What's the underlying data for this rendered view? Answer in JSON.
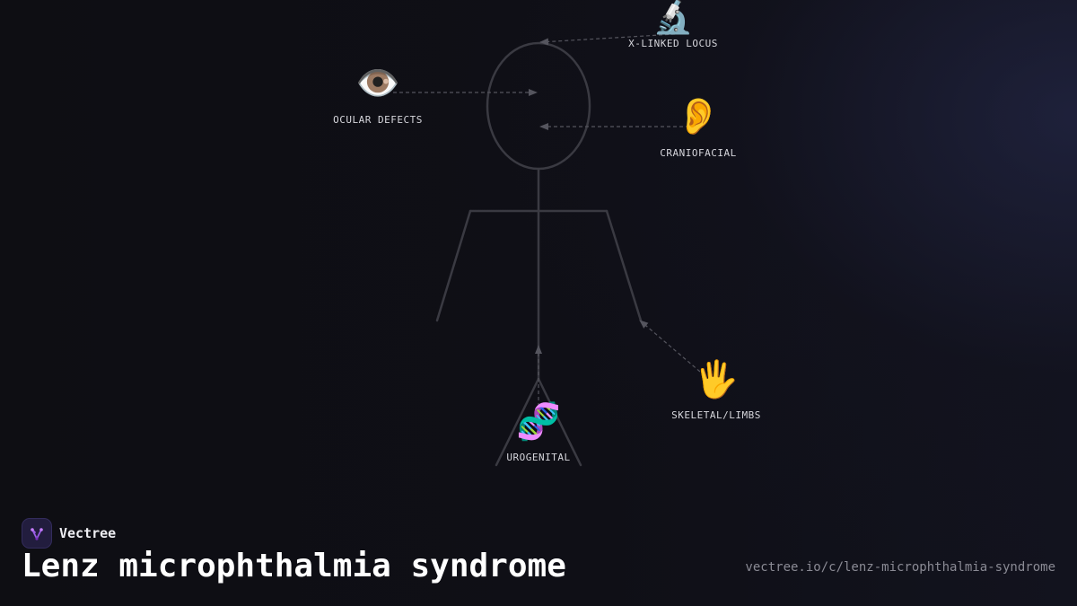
{
  "diagram": {
    "nodes": [
      {
        "id": "x-linked",
        "label": "X-LINKED LOCUS",
        "icon": "microscope-icon",
        "glyph": "🔬"
      },
      {
        "id": "ocular",
        "label": "OCULAR DEFECTS",
        "icon": "eye-icon",
        "glyph": "👁️"
      },
      {
        "id": "craniofacial",
        "label": "CRANIOFACIAL",
        "icon": "ear-icon",
        "glyph": "👂"
      },
      {
        "id": "skeletal",
        "label": "SKELETAL/LIMBS",
        "icon": "hand-icon",
        "glyph": "🖐️"
      },
      {
        "id": "urogenital",
        "label": "UROGENITAL",
        "icon": "dna-icon",
        "glyph": "🧬"
      }
    ],
    "figure": "stick-figure-outline",
    "colors": {
      "figure_stroke": "#3a3a42",
      "connector": "#55555e",
      "label": "#d6d6dc",
      "logo_bg": "#221d3e",
      "logo_accent": "#9b5de5"
    }
  },
  "footer": {
    "brand_name": "Vectree",
    "title": "Lenz microphthalmia syndrome",
    "url": "vectree.io/c/lenz-microphthalmia-syndrome"
  }
}
